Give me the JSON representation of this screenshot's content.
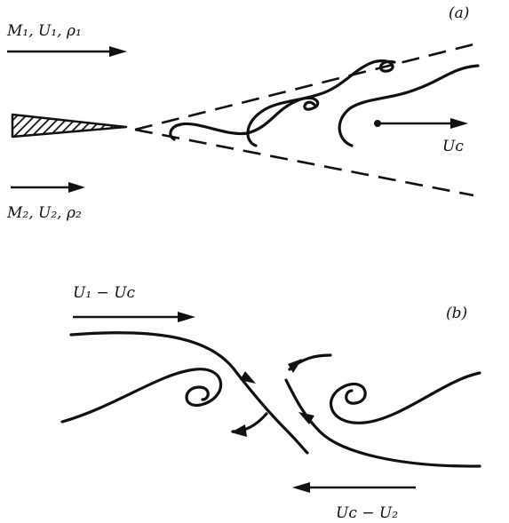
{
  "panel_a": {
    "tag": "(a)",
    "upper_stream_label": "M₁, U₁, ρ₁",
    "lower_stream_label": "M₂, U₂, ρ₂",
    "convection_label": "Uᴄ"
  },
  "panel_b": {
    "tag": "(b)",
    "upper_relative_label": "U₁ − Uᴄ",
    "lower_relative_label": "Uᴄ − U₂"
  }
}
